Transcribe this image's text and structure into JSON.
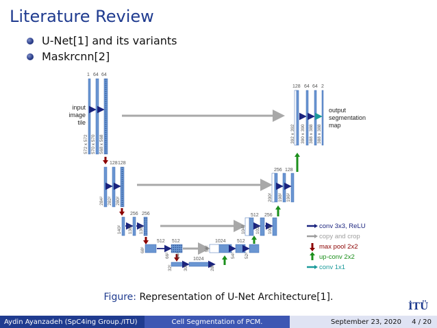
{
  "slide": {
    "title": "Literature Review",
    "bullets": [
      "U-Net[1] and its variants",
      "Maskrcnn[2]"
    ]
  },
  "figure": {
    "caption_label": "Figure:",
    "caption_text": "Representation of U-Net Architecture[1].",
    "input_label": [
      "input",
      "image",
      "tile"
    ],
    "output_label": [
      "output",
      "segmentation",
      "map"
    ],
    "channel_labels": {
      "l1_down": [
        "1",
        "64",
        "64"
      ],
      "l2_down": [
        "128",
        "128"
      ],
      "l3_down": [
        "256",
        "256"
      ],
      "l4_down": [
        "512",
        "512"
      ],
      "l5": [
        "1024"
      ],
      "l4_up": [
        "1024",
        "512"
      ],
      "l3_up": [
        "512",
        "256"
      ],
      "l2_up": [
        "256",
        "128"
      ],
      "l1_up": [
        "128",
        "64",
        "64",
        "2"
      ]
    },
    "size_labels": {
      "l1_down": [
        "572 x 572",
        "570 x 570",
        "568 x 568"
      ],
      "l2_down": [
        "284²",
        "282²",
        "280²"
      ],
      "l3_down": [
        "140²",
        "138²",
        "136²"
      ],
      "l4_down": [
        "68²",
        "66²",
        "64²"
      ],
      "l5": [
        "32²",
        "30²",
        "28²"
      ],
      "l4_up": [
        "56²",
        "54²",
        "52²"
      ],
      "l3_up": [
        "104²",
        "102²",
        "100²"
      ],
      "l2_up": [
        "200²",
        "198²",
        "196²"
      ],
      "l1_up": [
        "392 x 392",
        "390 x 390",
        "388 x 388",
        "388 x 388"
      ]
    },
    "legend": [
      {
        "label": "conv 3x3, ReLU",
        "color": "#1a237e"
      },
      {
        "label": "copy and crop",
        "color": "#9e9e9e"
      },
      {
        "label": "max pool 2x2",
        "color": "#8b0000"
      },
      {
        "label": "up-conv 2x2",
        "color": "#1b8f1b"
      },
      {
        "label": "conv 1x1",
        "color": "#1a9a9a"
      }
    ],
    "colors": {
      "map": "#6a96d2",
      "map_dark": "#3a69b0",
      "gray": "#a8a8a8"
    }
  },
  "logo": "İTÜ",
  "footer": {
    "author": "Aydin Ayanzadeh (SpC4ing Group./ITU)",
    "talk": "Cell Segmentation of PCM.",
    "date": "September 23, 2020",
    "page": "4 / 20"
  }
}
